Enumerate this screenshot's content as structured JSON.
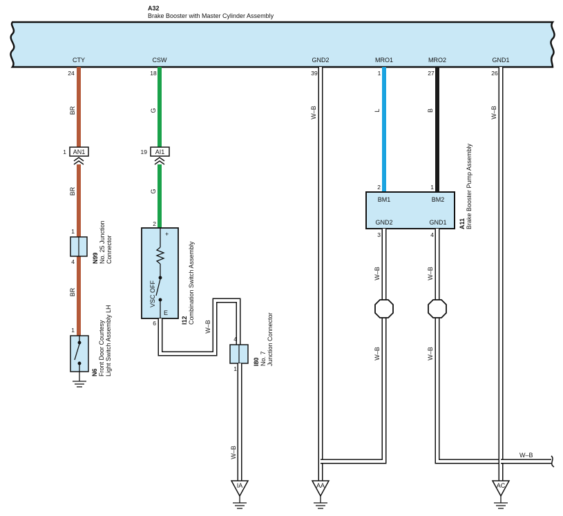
{
  "main_component": {
    "code": "A32",
    "name": "Brake Booster with Master Cylinder Assembly"
  },
  "terminals": {
    "cty": "CTY",
    "csw": "CSW",
    "gnd2": "GND2",
    "mro1": "MRO1",
    "mro2": "MRO2",
    "gnd1": "GND1"
  },
  "pins": {
    "cty": "24",
    "csw": "18",
    "gnd2": "39",
    "mro1": "1",
    "mro2": "27",
    "gnd1": "26"
  },
  "wire_colors": {
    "br": "BR",
    "g": "G",
    "wb": "W–B",
    "l": "L",
    "b": "B"
  },
  "connectors": {
    "an1": {
      "code": "AN1",
      "pin": "1"
    },
    "ai1": {
      "code": "AI1",
      "pin": "19"
    }
  },
  "n99": {
    "code": "N99",
    "line1": "No. 25 Junction",
    "line2": "Connector",
    "pin_top": "1",
    "pin_bottom": "4"
  },
  "n6": {
    "code": "N6",
    "line1": "Front Door Courtesy",
    "line2": "Light Switch Assembly LH",
    "pin": "1"
  },
  "i12": {
    "code": "I12",
    "name": "Combination Switch Assembly",
    "switch_label": "VSC OFF",
    "pin_top": "2",
    "pin_bottom": "6",
    "plus": "+",
    "e": "E"
  },
  "i80": {
    "code": "I80",
    "line1": "No. 7",
    "line2": "Junction Connector",
    "pin_top": "4",
    "pin_bottom": "1"
  },
  "a11": {
    "code": "A11",
    "name": "Brake Booster Pump Assembly",
    "bm1": "BM1",
    "bm2": "BM2",
    "gnd2": "GND2",
    "gnd1": "GND1",
    "pin_bm1": "2",
    "pin_bm2": "1",
    "pin_gnd2": "3",
    "pin_gnd1": "4"
  },
  "grounds": {
    "ia": "IA",
    "aa": "AA",
    "ac": "AC"
  },
  "colors": {
    "brown": "#b45a3a",
    "green": "#1aa24a",
    "blue": "#1aa3e0",
    "black": "#1a1a1a",
    "component_fill": "#c9e8f6"
  }
}
